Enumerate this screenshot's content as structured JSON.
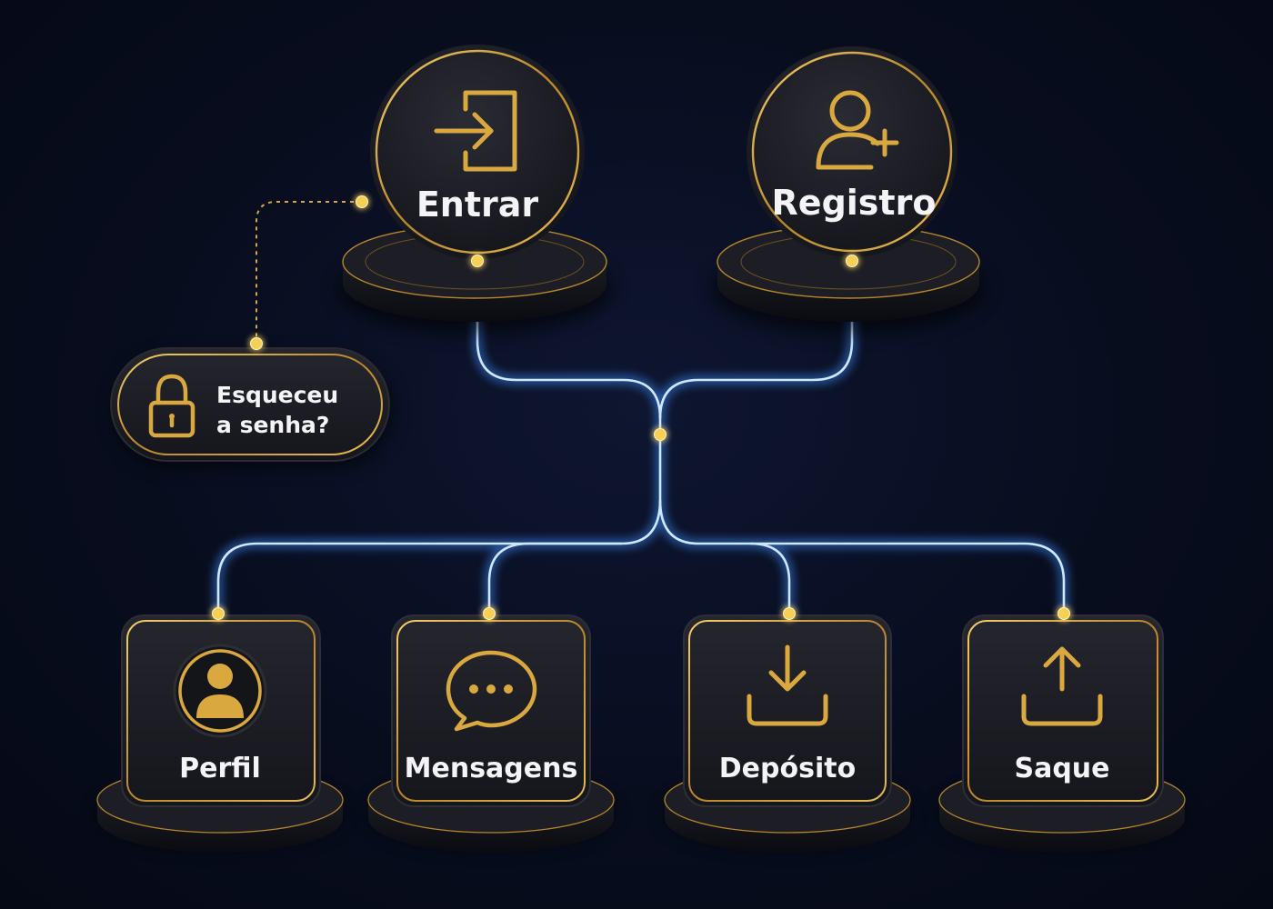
{
  "nodes": {
    "login": {
      "label": "Entrar",
      "icon": "login-icon"
    },
    "register": {
      "label": "Registro",
      "icon": "user-plus-icon"
    },
    "forgot": {
      "line1": "Esqueceu",
      "line2": "a senha?",
      "icon": "lock-icon"
    },
    "profile": {
      "label": "Perfil",
      "icon": "user-icon"
    },
    "messages": {
      "label": "Mensagens",
      "icon": "chat-bubble-icon"
    },
    "deposit": {
      "label": "Depósito",
      "icon": "download-icon"
    },
    "withdraw": {
      "label": "Saque",
      "icon": "upload-icon"
    }
  },
  "colors": {
    "background": "#070c1c",
    "gold": "#d9a93f",
    "gold_dot": "#f6cf55",
    "connector_glow": "#4aa3ff",
    "connector_core": "#d8ecff",
    "card_fill": "#1a1b22",
    "text": "#f4f4f6"
  }
}
